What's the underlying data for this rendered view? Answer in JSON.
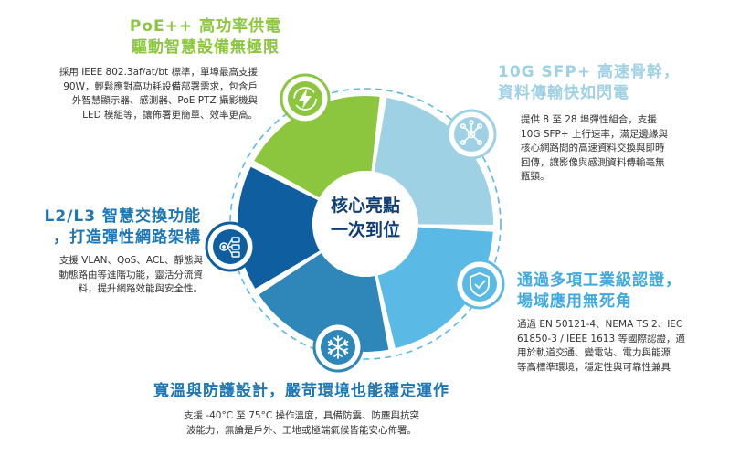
{
  "center_label": {
    "line1": "核心亮點",
    "line2": "一次到位"
  },
  "colors": {
    "green": "#8cc63f",
    "light_blue": "#9fd1e4",
    "sky_blue": "#5bb9e6",
    "mid_blue": "#2f86b8",
    "dark_blue": "#0f5ea0",
    "title_blue": "#1d76b6",
    "title_sky": "#41a9dc"
  },
  "features": {
    "poe": {
      "icon": "lightning-icon",
      "title_line1": "PoE++ 高功率供電",
      "title_line2": "驅動智慧設備無極限",
      "desc": [
        "採用 IEEE 802.3af/at/bt 標準，單埠最高支援",
        "90W，輕鬆應對高功耗設備部署需求，包含戶",
        "外智慧顯示器、感測器、PoE PTZ 攝影機與",
        "LED 模組等，讓佈署更簡單、效率更高。"
      ]
    },
    "sfp": {
      "icon": "network-hub-icon",
      "title_line1": "10G SFP+ 高速骨幹，",
      "title_line2": "資料傳輸快如閃電",
      "desc": [
        "提供 8 至 28 埠彈性組合，支援",
        "10G SFP+ 上行速率，滿足邊緣與",
        "核心網路間的高速資料交換與即時",
        "回傳，讓影像與感測資料傳輸毫無",
        "瓶頸。"
      ]
    },
    "switching": {
      "icon": "switch-routing-icon",
      "title_line1": "L2/L3 智慧交換功能",
      "title_line2": "，打造彈性網路架構",
      "desc": [
        "支援 VLAN、QoS、ACL、靜態與",
        "動態路由等進階功能，靈活分流資",
        "料，提升網路效能與安全性。"
      ]
    },
    "certification": {
      "icon": "shield-check-icon",
      "title_line1": "通過多項工業級認證，",
      "title_line2": "場域應用無死角",
      "desc": [
        "通過 EN 50121-4、NEMA TS 2、IEC",
        "61850-3 / IEEE 1613 等國際認證，適",
        "用於軌道交通、變電站、電力與能源",
        "等高標準環境，穩定性與可靠性兼具"
      ]
    },
    "temperature": {
      "icon": "snowflake-icon",
      "title_line1": "寬溫與防護設計，嚴苛環境也能穩定運作",
      "desc": [
        "支援 -40°C 至 75°C 操作溫度，具備防震、防塵與抗突",
        "波能力，無論是戶外、工地或極端氣候皆能安心佈署。"
      ]
    }
  }
}
